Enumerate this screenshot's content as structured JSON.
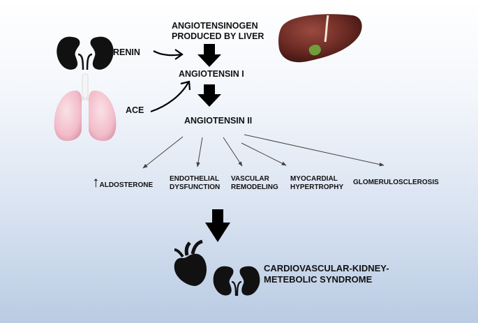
{
  "top": {
    "line1": "ANGIOTENSINOGEN",
    "line2": "PRODUCED BY LIVER"
  },
  "renin": "RENIN",
  "ace": "ACE",
  "angiotensin1": "ANGIOTENSIN I",
  "angiotensin2": "ANGIOTENSIN II",
  "effects": {
    "aldosterone": {
      "arrow": "↑",
      "label": "ALDOSTERONE"
    },
    "endothelial": {
      "line1": "ENDOTHELIAL",
      "line2": "DYSFUNCTION"
    },
    "vascular": {
      "line1": "VASCULAR",
      "line2": "REMODELING"
    },
    "myocardial": {
      "line1": "MYOCARDIAL",
      "line2": "HYPERTROPHY"
    },
    "glomerulo": "GLOMERULOSCLEROSIS"
  },
  "syndrome": {
    "line1": "CARDIOVASCULAR-KIDNEY-",
    "line2": "METEBOLIC SYNDROME"
  },
  "icons": [
    "kidneys-icon",
    "lungs-icon",
    "liver-icon",
    "heart-icon"
  ],
  "colors": {
    "liver": "#6b2a24",
    "lungs": "#f4c6d0",
    "kidney": "#111111",
    "text": "#111111"
  }
}
